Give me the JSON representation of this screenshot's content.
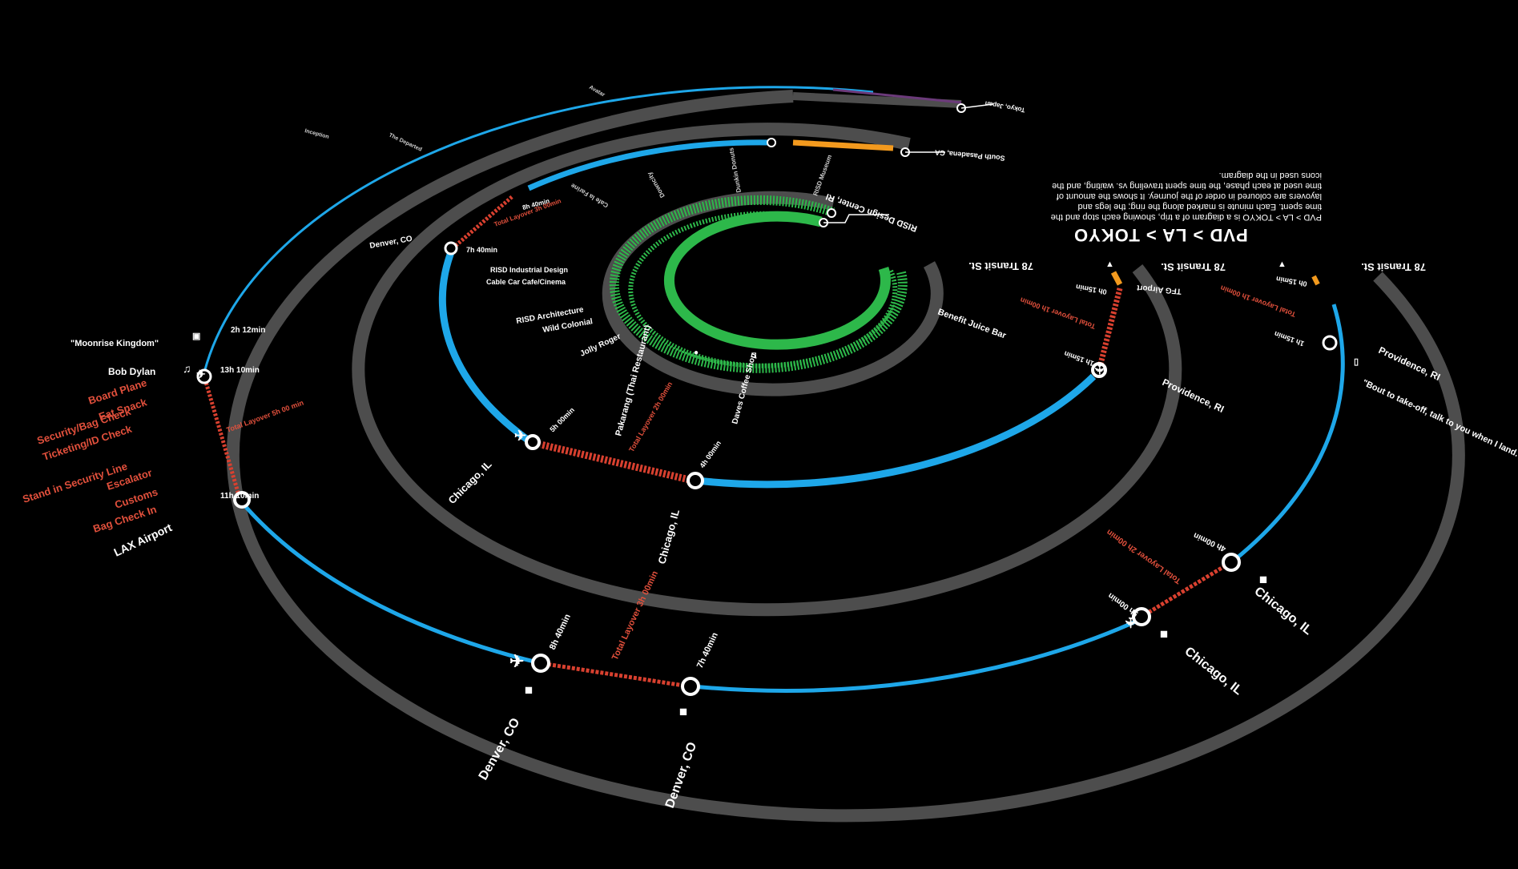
{
  "title": "PVD > LA > TOKYO",
  "blurb": "PVD > LA > TOKYO is a diagram of a trip, showing each stop and the time spent. Each minute is marked along the ring; the legs and layovers are coloured in order of the journey. It shows the amount of time used at each phase, the time spent traveling vs. waiting, and the icons used in the diagram.",
  "colors": {
    "bg": "#000000",
    "track": "#4d4d4d",
    "flight": "#1ea7e9",
    "layover": "#d8402f",
    "walk": "#2db84a",
    "drive": "#f39a1e",
    "final": "#6b3a7a"
  },
  "rings": {
    "innermost": {
      "start": "78 Transit St.",
      "end": "RISD Design Center, RI",
      "tick_labels": [
        "Benefit Juice Bar",
        "Daves Coffee Shop",
        "Pakarang (Thai Restaurant)",
        "Jolly Roger",
        "Wild Colonial",
        "RISD Architecture",
        "Cable Car Cafe/Cinema",
        "RISD Industrial Design",
        "Cafe la Farine",
        "Downcity",
        "Dunkin Donuts",
        "RISD Museum"
      ]
    },
    "middle": {
      "start": "78 Transit St.",
      "airport": "TFG Airport",
      "providence": "Providence, RI",
      "chicago_1": "Chicago, IL",
      "chicago_2": "Chicago, IL",
      "denver": "Denver, CO",
      "la": "South Pasadena, CA",
      "times": [
        "0h 15min",
        "1h 15min",
        "5h 00min",
        "4h 00min",
        "7h 40min",
        "8h 40min"
      ],
      "layovers": [
        "Total Layover 1h 00min",
        "Total Layover 2h 00min",
        "Total Layover 3h 00min"
      ]
    },
    "outer": {
      "start": "78 Transit St.",
      "providence": "Providence, RI",
      "note": "\"Bout to take-off, talk to you when I land.\"",
      "chicago_1": "Chicago, IL",
      "chicago_2": "Chicago, IL",
      "denver_1": "Denver, CO",
      "denver_2": "Denver, CO",
      "lax": "LAX Airport",
      "tokyo": "Tokyo, Japan",
      "times": [
        "0h 15min",
        "1h 15min",
        "4h 00min",
        "5h 00min",
        "7h 40min",
        "8h 40min",
        "11h 10min",
        "13h 10min",
        "2h 12min"
      ],
      "layovers": [
        "Total Layover 1h 00min",
        "Total Layover 2h 00min",
        "Total Layover 3h 00min",
        "Total Layover 5h 00 min"
      ],
      "lax_steps": [
        "Board Plane",
        "Eat Snack",
        "Security/Bag Check",
        "Ticketing/ID Check",
        "Stand in Security Line",
        "Escalator",
        "Customs",
        "Bag Check In"
      ],
      "media": [
        "Bob Dylan",
        "\"Moonrise Kingdom\"",
        "Inception",
        "The Departed",
        "Avatar"
      ]
    }
  }
}
